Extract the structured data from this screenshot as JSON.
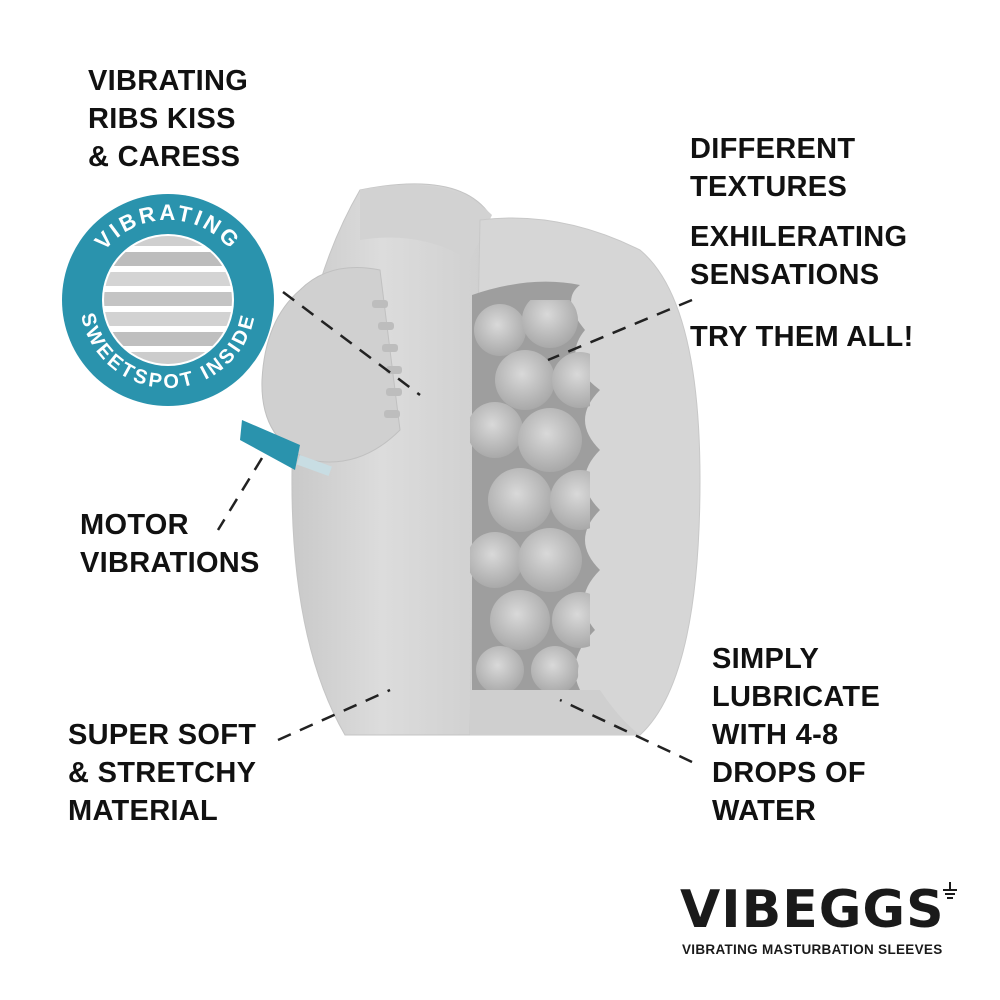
{
  "labels": {
    "ribs": [
      "VIBRATING",
      "RIBS KISS",
      "& CARESS"
    ],
    "textures": [
      "DIFFERENT",
      "TEXTURES",
      "EXHILERATING",
      "SENSATIONS",
      "TRY THEM ALL!"
    ],
    "motor": [
      "MOTOR",
      "VIBRATIONS"
    ],
    "material": [
      "SUPER SOFT",
      "& STRETCHY",
      "MATERIAL"
    ],
    "lubricate": [
      "SIMPLY",
      "LUBRICATE",
      "WITH 4-8",
      "DROPS OF",
      "WATER"
    ]
  },
  "badge": {
    "top_text": "VIBRATING",
    "bottom_text": "SWEETSPOT INSIDE",
    "color": "#2a93ad"
  },
  "logo": {
    "wordmark": "VIBEGGS",
    "tagline": "VIBRATING MASTURBATION SLEEVES"
  },
  "colors": {
    "sleeve": "#d7d7d7",
    "sleeve_shadow": "#bfbfbf",
    "motor": "#2a93ad",
    "text": "#111111"
  }
}
